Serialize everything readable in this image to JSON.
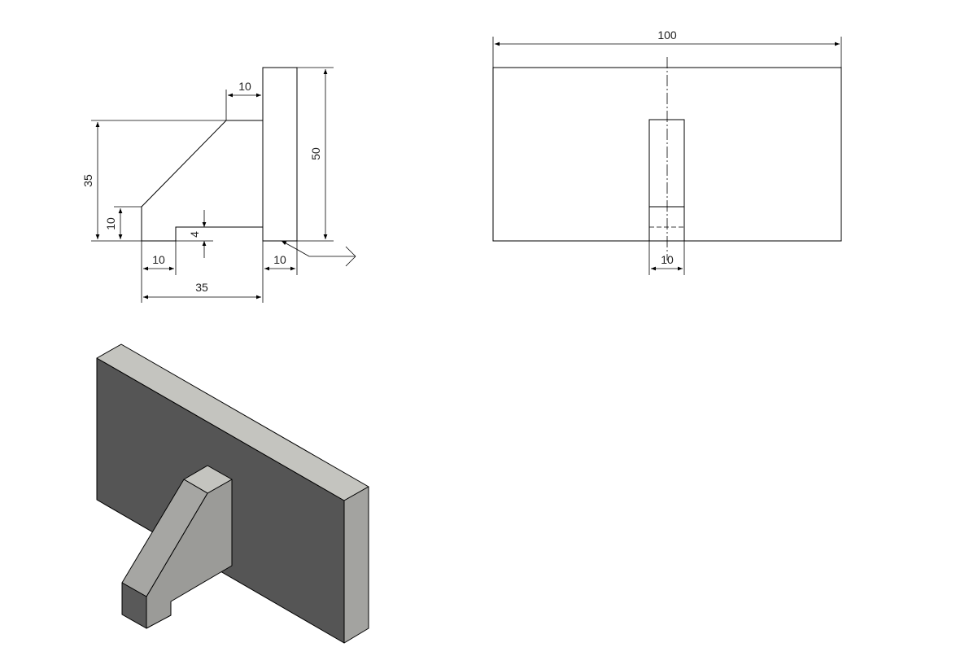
{
  "dimensions": {
    "front_top_gap": "10",
    "front_height_35": "35",
    "front_height_10": "10",
    "front_height_50": "50",
    "front_step_4": "4",
    "front_bottom_10_left": "10",
    "front_bottom_10_right": "10",
    "front_bottom_35": "35",
    "top_width_100": "100",
    "top_slot_10": "10"
  },
  "colors": {
    "iso_face_dark": "#555555",
    "iso_face_light": "#c4c4bf",
    "iso_face_mid": "#a3a3a0",
    "iso_face_rib_side": "#9b9b98",
    "iso_face_rib_end": "#595959"
  }
}
